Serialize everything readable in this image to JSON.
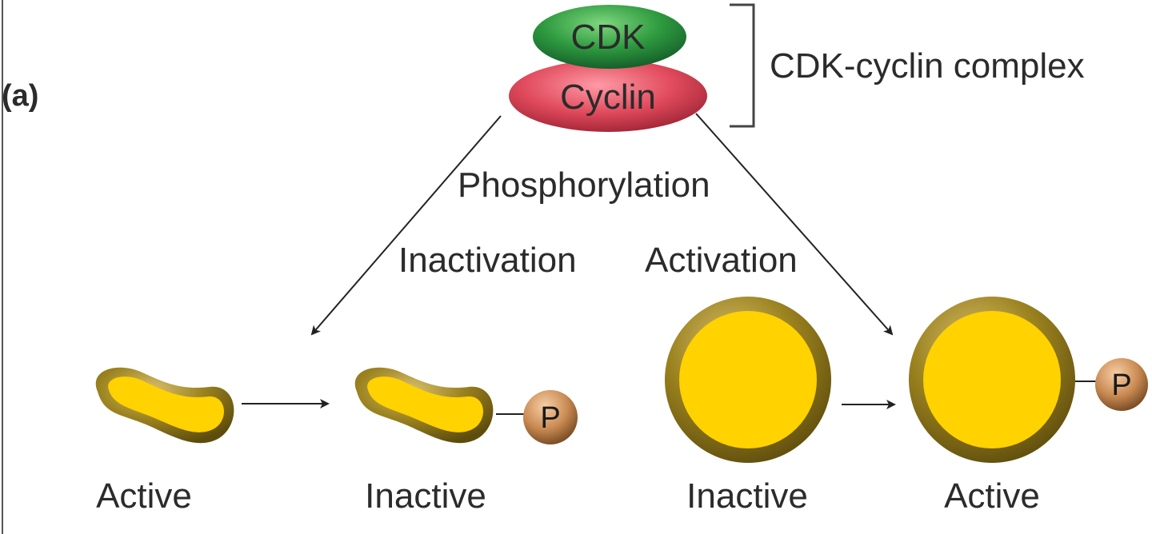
{
  "panel_label": "(a)",
  "complex": {
    "cdk_label": "CDK",
    "cyclin_label": "Cyclin",
    "complex_label": "CDK-cyclin complex"
  },
  "process": {
    "phosphorylation": "Phosphorylation",
    "inactivation": "Inactivation",
    "activation": "Activation"
  },
  "states": {
    "left_before": "Active",
    "left_after": "Inactive",
    "right_before": "Inactive",
    "right_after": "Active"
  },
  "phosphate": "P",
  "colors": {
    "cdk": "#2e9a3f",
    "cyclin": "#e04a5c",
    "protein_fill": "#ffd200",
    "protein_rim": "#8a7418",
    "phosphate": "#c98a52",
    "arrow": "#222222"
  }
}
